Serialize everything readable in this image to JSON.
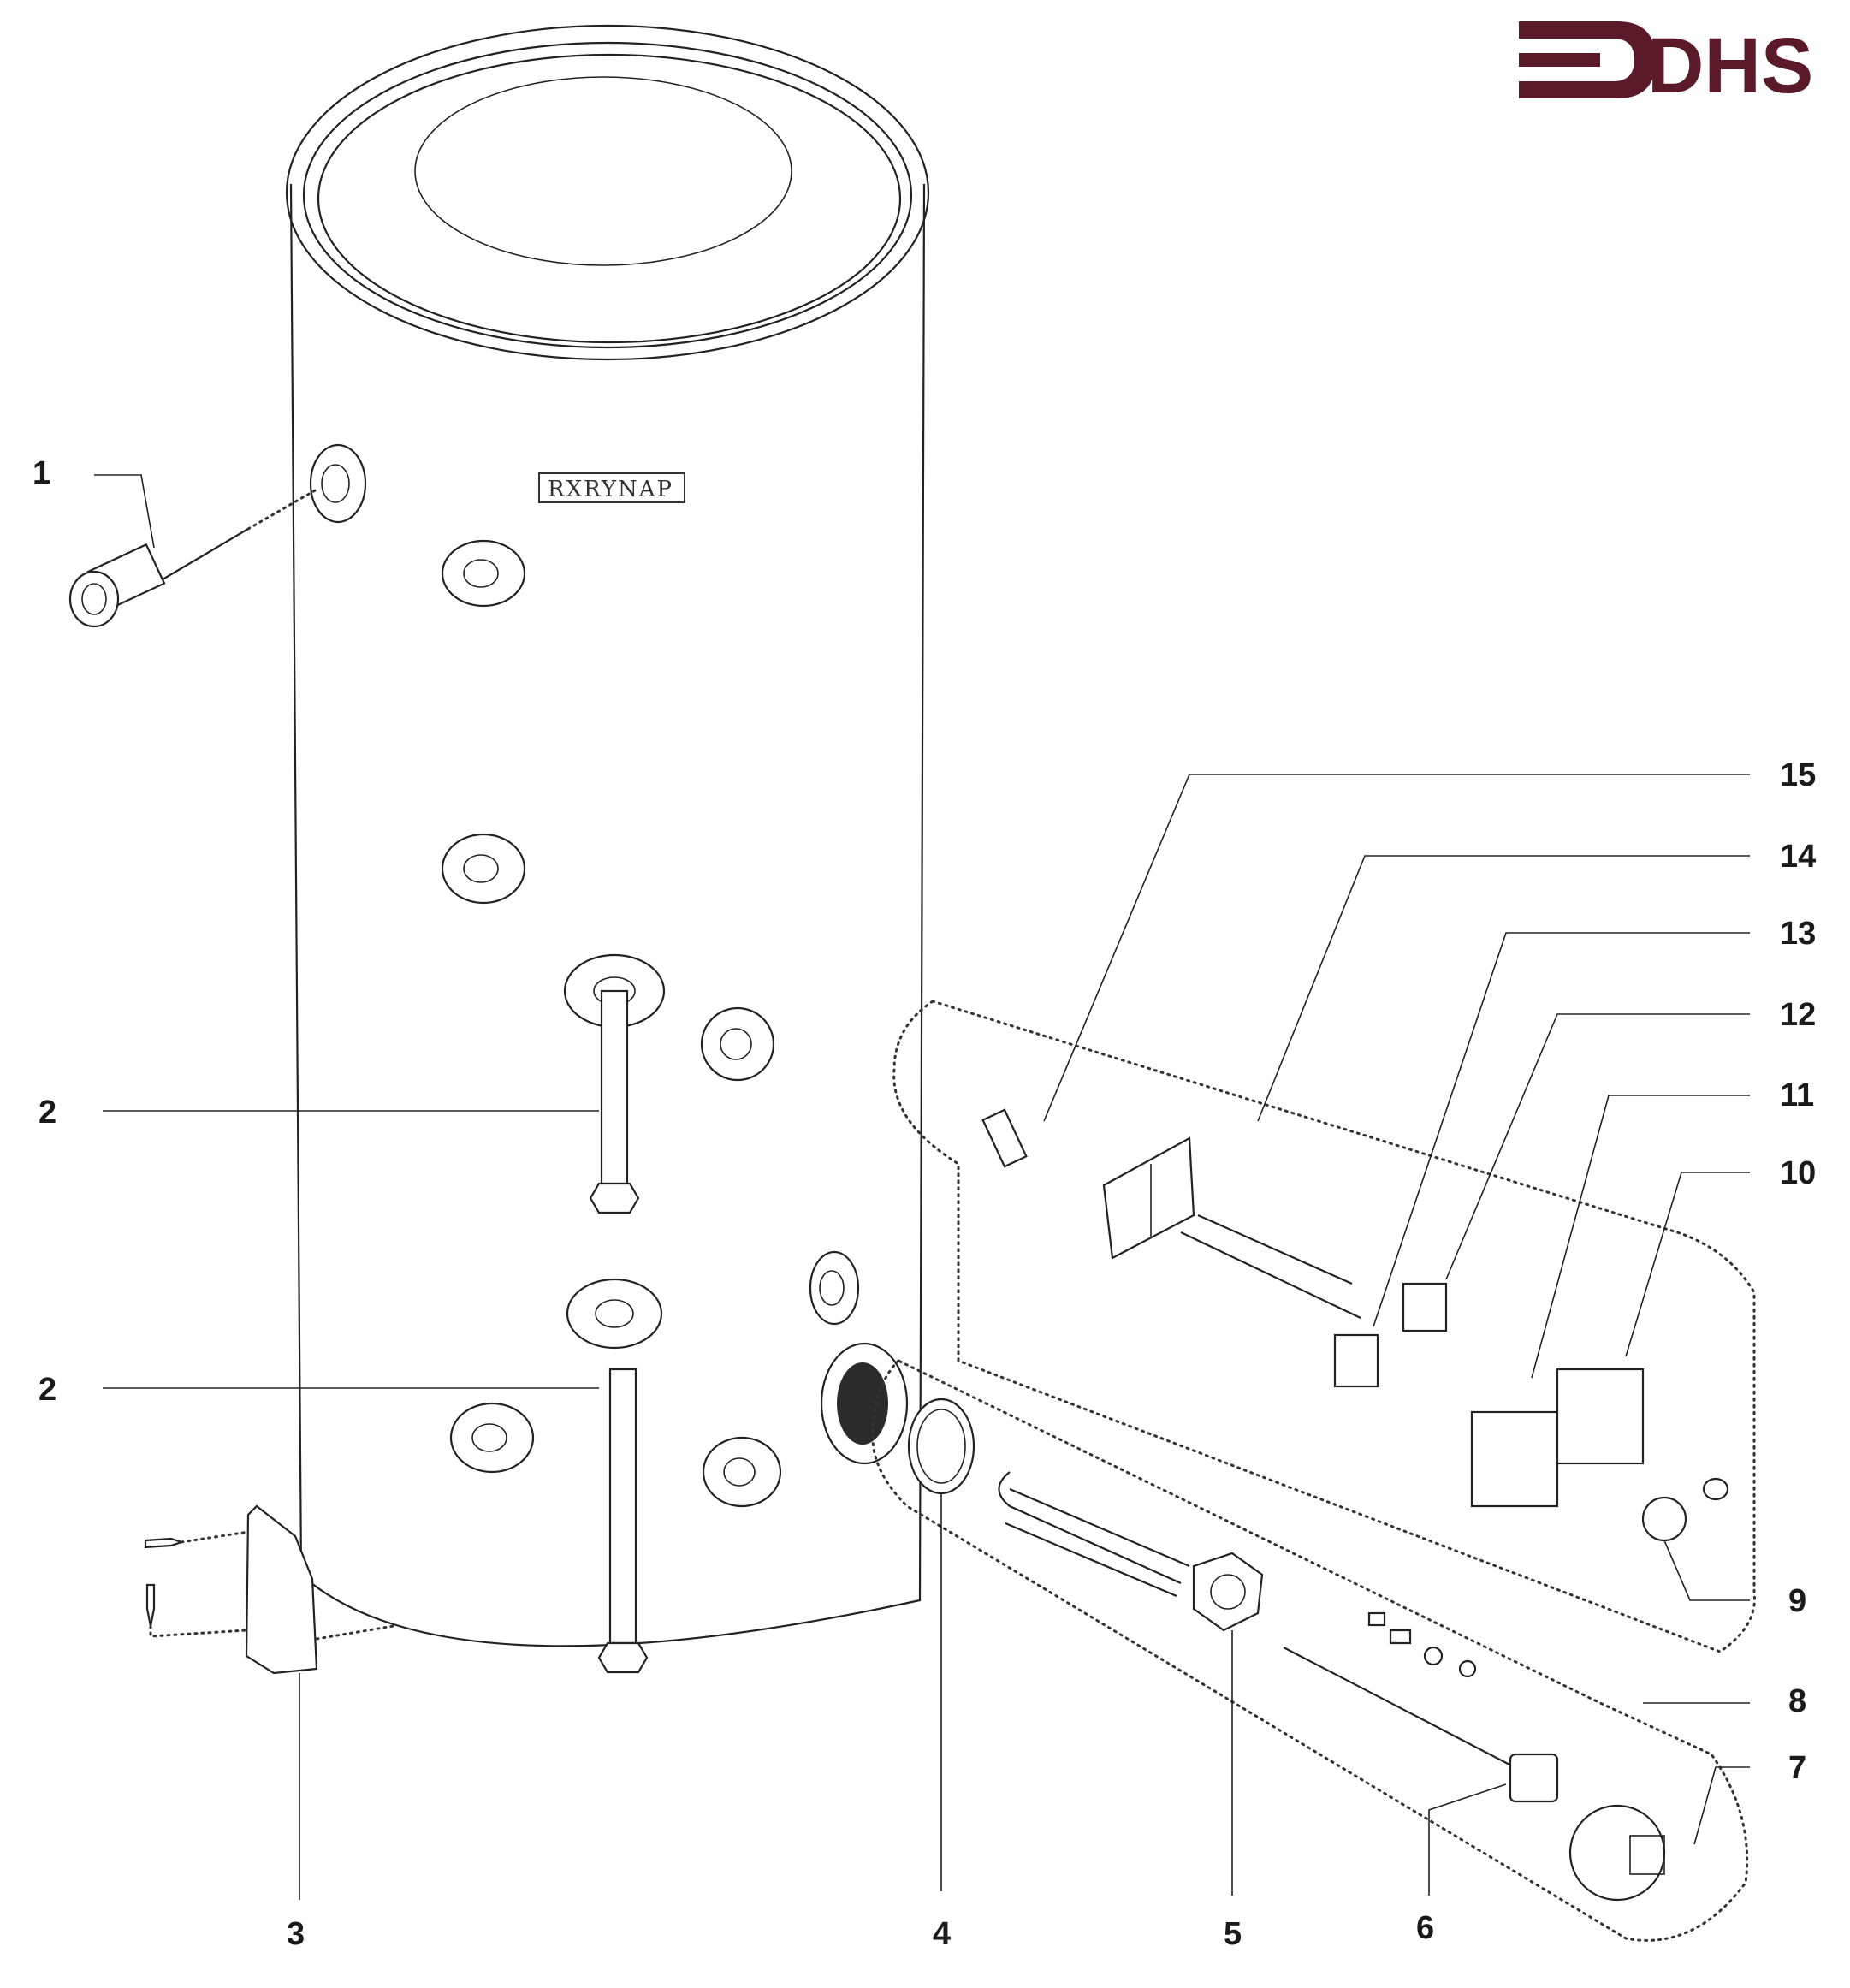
{
  "logo": {
    "text": "DHS",
    "color": "#5a1a2a"
  },
  "tank": {
    "brand_label": "RXRYNAP"
  },
  "callouts": [
    "1",
    "2",
    "2",
    "3",
    "4",
    "5",
    "6",
    "7",
    "8",
    "9",
    "10",
    "11",
    "12",
    "13",
    "14",
    "15"
  ]
}
